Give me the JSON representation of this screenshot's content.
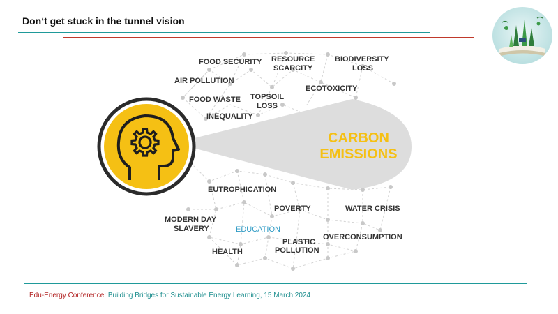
{
  "slide": {
    "title": "Don‘t get stuck in the tunnel vision"
  },
  "diagram": {
    "focus_label_line1": "CARBON",
    "focus_label_line2": "EMISSIONS",
    "head_icon": "head-with-gear-icon",
    "labels": {
      "food_security": "FOOD SECURITY",
      "resource_1": "RESOURCE",
      "resource_2": "SCARCITY",
      "biodiversity_1": "BIODIVERSITY",
      "biodiversity_2": "LOSS",
      "air_pollution": "AIR POLLUTION",
      "ecotoxicity": "ECOTOXICITY",
      "food_waste": "FOOD WASTE",
      "topsoil_1": "TOPSOIL",
      "topsoil_2": "LOSS",
      "inequality": "INEQUALITY",
      "eutrophication": "EUTROPHICATION",
      "poverty": "POVERTY",
      "water_crisis": "WATER CRISIS",
      "modern_1": "MODERN DAY",
      "modern_2": "SLAVERY",
      "education": "EDUCATION",
      "overconsumption": "OVERCONSUMPTION",
      "health": "HEALTH",
      "plastic_1": "PLASTIC",
      "plastic_2": "POLLUTION"
    },
    "colors": {
      "yellow": "#f5c014",
      "ring": "#2b2b2b",
      "cone": "#dddddd",
      "node": "#c8c8c8",
      "education": "#2e9ac4"
    }
  },
  "footer": {
    "conference": "Edu-Energy Conference:",
    "text": " Building Bridges for Sustainable Energy Learning, 15 March 2024"
  }
}
